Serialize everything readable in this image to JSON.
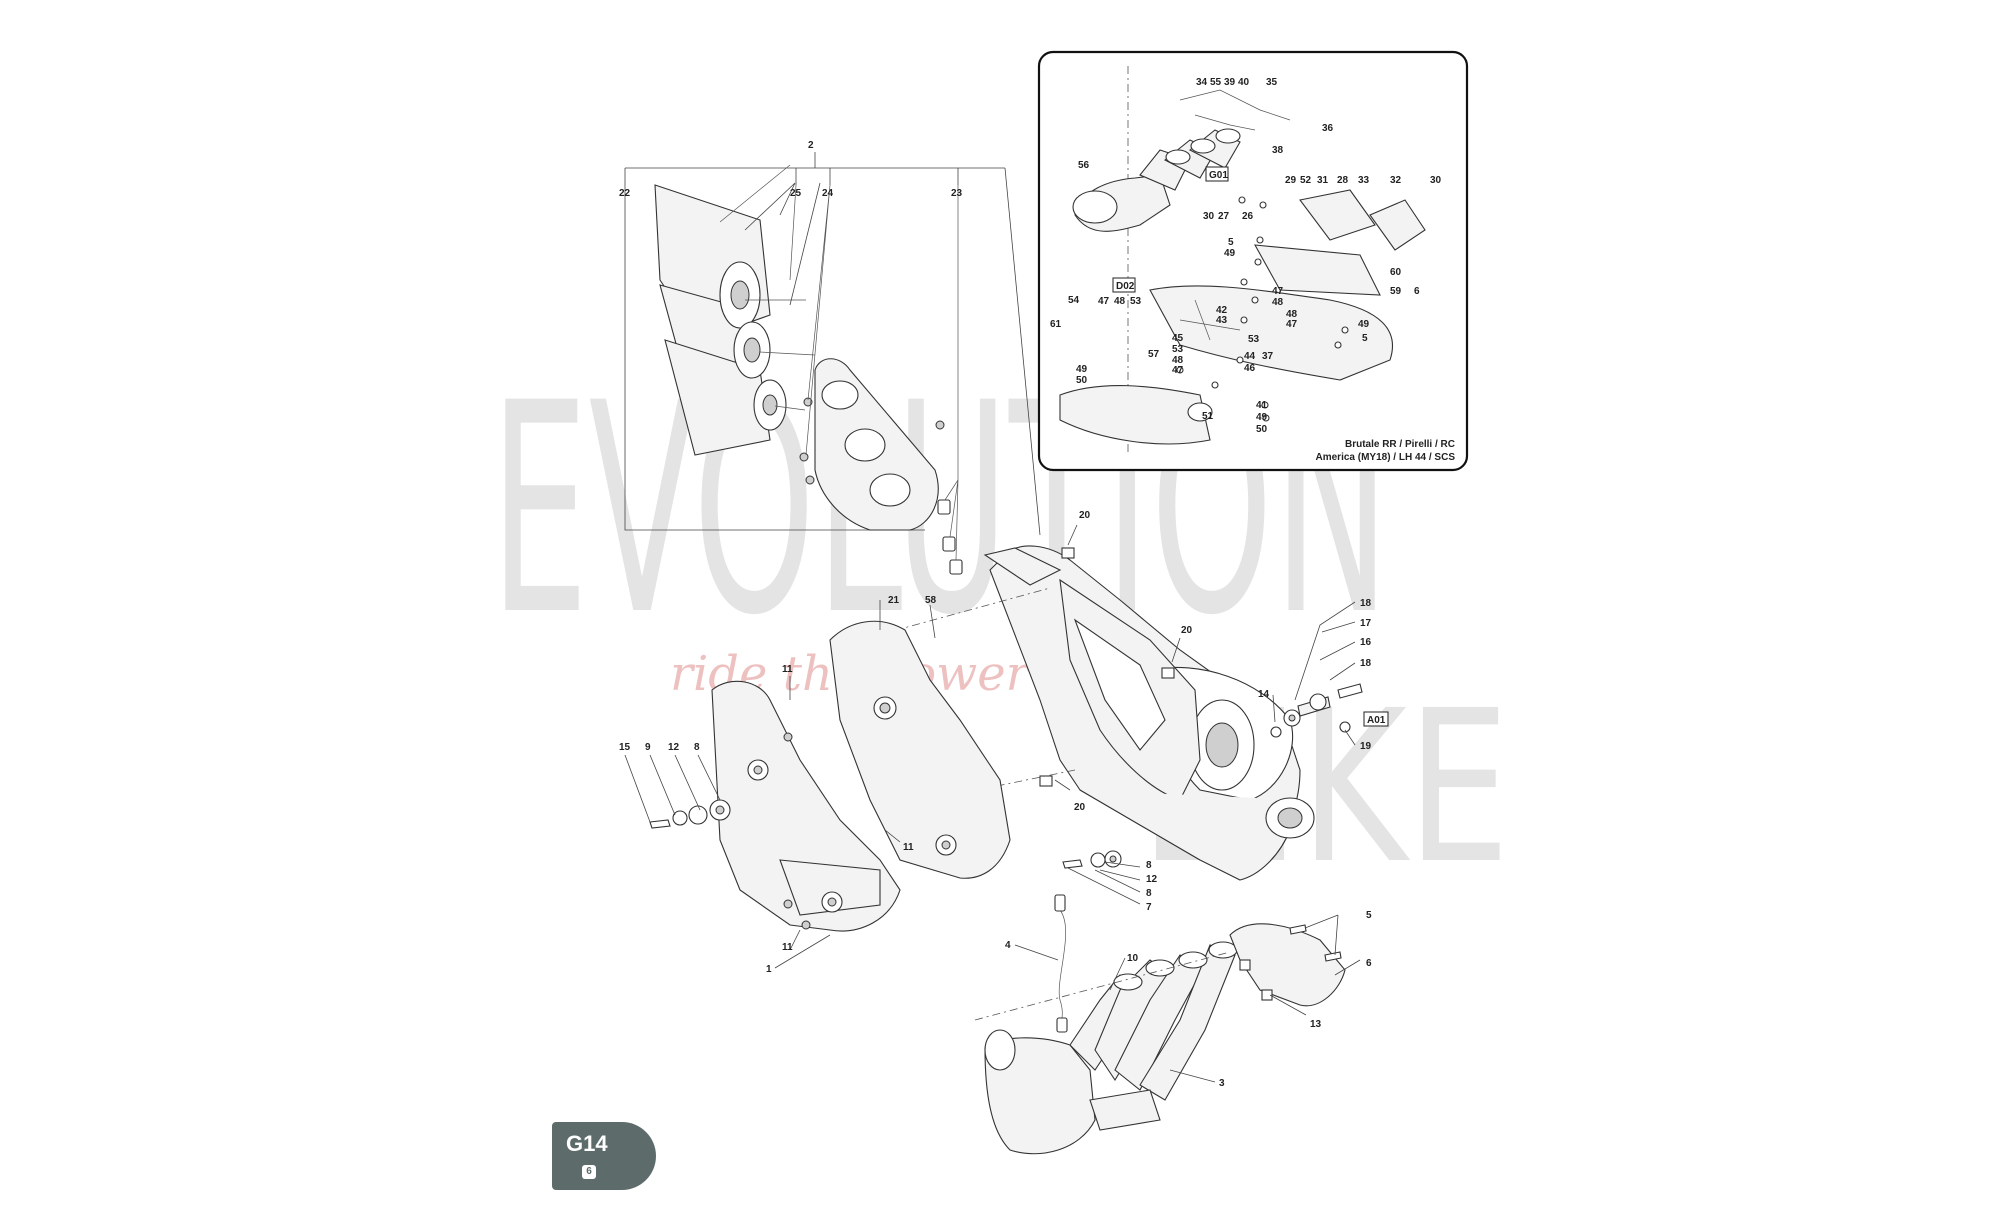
{
  "watermark": {
    "brand_letters": "EVOLUTION BIKE",
    "tagline": "ride the power"
  },
  "badge": {
    "code": "G14",
    "sub": "6"
  },
  "inset": {
    "caption_line1": "Brutale RR / Pirelli / RC",
    "caption_line2": "America (MY18) / LH 44 / SCS"
  },
  "boxed_refs": [
    "A01",
    "G01",
    "D02"
  ],
  "callouts": [
    {
      "id": "c2",
      "text": "2"
    },
    {
      "id": "c22",
      "text": "22"
    },
    {
      "id": "c25",
      "text": "25"
    },
    {
      "id": "c24",
      "text": "24"
    },
    {
      "id": "c23",
      "text": "23"
    },
    {
      "id": "c20a",
      "text": "20"
    },
    {
      "id": "c21",
      "text": "21"
    },
    {
      "id": "c58",
      "text": "58"
    },
    {
      "id": "c20b",
      "text": "20"
    },
    {
      "id": "c18a",
      "text": "18"
    },
    {
      "id": "c17",
      "text": "17"
    },
    {
      "id": "c16",
      "text": "16"
    },
    {
      "id": "c18b",
      "text": "18"
    },
    {
      "id": "c14",
      "text": "14"
    },
    {
      "id": "c19",
      "text": "19"
    },
    {
      "id": "c11a",
      "text": "11"
    },
    {
      "id": "c15",
      "text": "15"
    },
    {
      "id": "c9",
      "text": "9"
    },
    {
      "id": "c12a",
      "text": "12"
    },
    {
      "id": "c8a",
      "text": "8"
    },
    {
      "id": "c20c",
      "text": "20"
    },
    {
      "id": "c11b",
      "text": "11"
    },
    {
      "id": "c8b",
      "text": "8"
    },
    {
      "id": "c12b",
      "text": "12"
    },
    {
      "id": "c8c",
      "text": "8"
    },
    {
      "id": "c7",
      "text": "7"
    },
    {
      "id": "c11c",
      "text": "11"
    },
    {
      "id": "c1",
      "text": "1"
    },
    {
      "id": "c4",
      "text": "4"
    },
    {
      "id": "c10",
      "text": "10"
    },
    {
      "id": "c5",
      "text": "5"
    },
    {
      "id": "c6",
      "text": "6"
    },
    {
      "id": "c13",
      "text": "13"
    },
    {
      "id": "c3",
      "text": "3"
    }
  ],
  "inset_callouts": [
    {
      "id": "i34",
      "text": "34"
    },
    {
      "id": "i55",
      "text": "55"
    },
    {
      "id": "i39",
      "text": "39"
    },
    {
      "id": "i40",
      "text": "40"
    },
    {
      "id": "i35",
      "text": "35"
    },
    {
      "id": "i36",
      "text": "36"
    },
    {
      "id": "i38",
      "text": "38"
    },
    {
      "id": "i56",
      "text": "56"
    },
    {
      "id": "i29",
      "text": "29"
    },
    {
      "id": "i52",
      "text": "52"
    },
    {
      "id": "i31",
      "text": "31"
    },
    {
      "id": "i28",
      "text": "28"
    },
    {
      "id": "i33",
      "text": "33"
    },
    {
      "id": "i32",
      "text": "32"
    },
    {
      "id": "i30a",
      "text": "30"
    },
    {
      "id": "i30b",
      "text": "30"
    },
    {
      "id": "i27",
      "text": "27"
    },
    {
      "id": "i26",
      "text": "26"
    },
    {
      "id": "i5a",
      "text": "5"
    },
    {
      "id": "i49a",
      "text": "49"
    },
    {
      "id": "i60",
      "text": "60"
    },
    {
      "id": "i59",
      "text": "59"
    },
    {
      "id": "i6",
      "text": "6"
    },
    {
      "id": "i47a",
      "text": "47"
    },
    {
      "id": "i48a",
      "text": "48"
    },
    {
      "id": "i53a",
      "text": "53"
    },
    {
      "id": "i47b",
      "text": "47"
    },
    {
      "id": "i48b",
      "text": "48"
    },
    {
      "id": "i54",
      "text": "54"
    },
    {
      "id": "i42",
      "text": "42"
    },
    {
      "id": "i43",
      "text": "43"
    },
    {
      "id": "i48c",
      "text": "48"
    },
    {
      "id": "i47c",
      "text": "47"
    },
    {
      "id": "i49b",
      "text": "49"
    },
    {
      "id": "i5b",
      "text": "5"
    },
    {
      "id": "i61",
      "text": "61"
    },
    {
      "id": "i45",
      "text": "45"
    },
    {
      "id": "i53b",
      "text": "53"
    },
    {
      "id": "i53c",
      "text": "53"
    },
    {
      "id": "i57",
      "text": "57"
    },
    {
      "id": "i48d",
      "text": "48"
    },
    {
      "id": "i44",
      "text": "44"
    },
    {
      "id": "i37",
      "text": "37"
    },
    {
      "id": "i47d",
      "text": "47"
    },
    {
      "id": "i46",
      "text": "46"
    },
    {
      "id": "i49c",
      "text": "49"
    },
    {
      "id": "i50a",
      "text": "50"
    },
    {
      "id": "i51",
      "text": "51"
    },
    {
      "id": "i41",
      "text": "41"
    },
    {
      "id": "i49d",
      "text": "49"
    },
    {
      "id": "i50b",
      "text": "50"
    }
  ]
}
